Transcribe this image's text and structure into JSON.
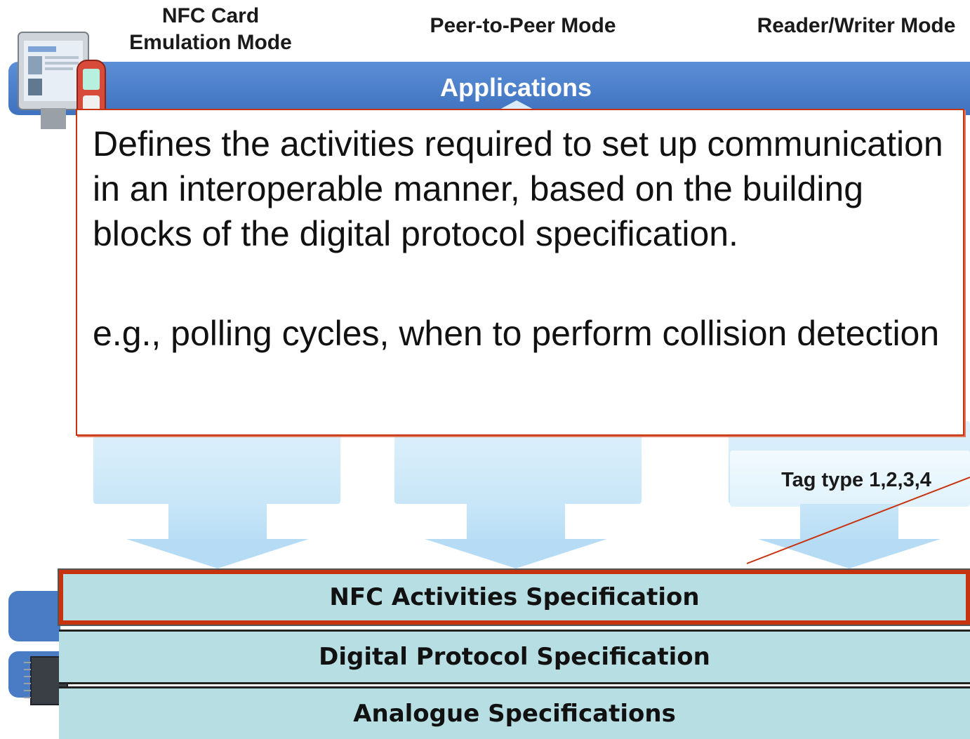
{
  "header": {
    "modes": [
      {
        "label": "NFC Card\nEmulation Mode"
      },
      {
        "label": "Peer-to-Peer Mode"
      },
      {
        "label": "Reader/Writer Mode"
      }
    ]
  },
  "applications": {
    "label": "Applications"
  },
  "tag_types": {
    "label": "Tag type 1,2,3,4"
  },
  "layers": {
    "activities": "NFC Activities Specification",
    "digital": "Digital Protocol Specification",
    "analogue": "Analogue Specifications"
  },
  "callout": {
    "paragraph_1": "Defines the activities required to set up communication in an interoperable manner, based on the building blocks of the digital protocol specification.",
    "paragraph_2": "e.g., polling cycles, when to perform collision detection"
  },
  "colors": {
    "highlight_border": "#c8330f",
    "layer_fill": "#b7dfe3",
    "apps_bar": "#4a7cc6"
  }
}
